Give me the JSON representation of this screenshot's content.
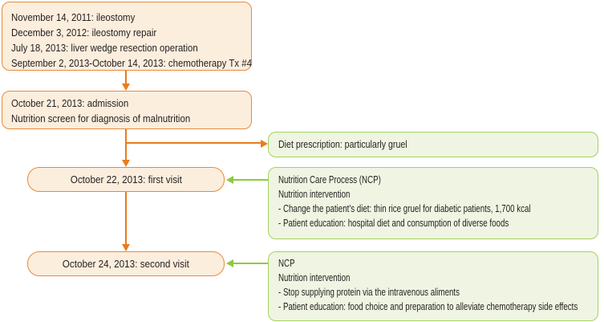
{
  "palette": {
    "orange_border": "#e78a3d",
    "orange_fill": "#fceedd",
    "orange_arrow": "#e87c1e",
    "green_border": "#a3d35c",
    "green_fill": "#eff5e2",
    "green_arrow": "#90c840",
    "text_color": "#231f20"
  },
  "flow": {
    "history": {
      "lines": [
        "November 14, 2011: ileostomy",
        "December 3, 2012: ileostomy repair",
        "July 18, 2013: liver wedge resection operation",
        "September 2, 2013-October 14, 2013: chemotherapy Tx #4"
      ]
    },
    "admission": {
      "lines": [
        "October 21, 2013: admission",
        "Nutrition screen for diagnosis of malnutrition"
      ]
    },
    "diet": {
      "label": "Diet prescription: particularly gruel"
    },
    "first_visit": {
      "label": "October 22, 2013: first visit"
    },
    "ncp_first": {
      "lines": [
        "Nutrition Care Process (NCP)",
        "Nutrition intervention",
        "- Change the patient's diet: thin rice gruel for diabetic patients, 1,700 kcal",
        "- Patient education: hospital diet and consumption of diverse foods"
      ]
    },
    "second_visit": {
      "label": "October 24, 2013: second visit"
    },
    "ncp_second": {
      "lines": [
        "NCP",
        "Nutrition intervention",
        "- Stop supplying protein via the intravenous aliments",
        "- Patient education: food choice and preparation to alleviate chemotherapy side effects"
      ]
    }
  }
}
